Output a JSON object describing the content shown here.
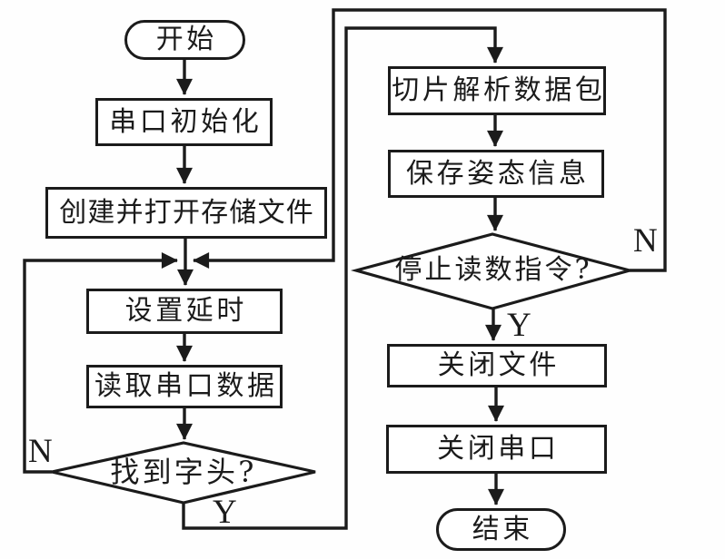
{
  "diagram": {
    "type": "flowchart",
    "language": "zh-CN",
    "colors": {
      "background": "#fefefe",
      "line": "#1b1b1b",
      "node_fill": "#ffffff"
    },
    "nodes": {
      "start": {
        "label": "开始",
        "type": "terminator"
      },
      "init": {
        "label": "串口初始化",
        "type": "process"
      },
      "create_file": {
        "label": "创建并打开存储文件",
        "type": "process"
      },
      "set_delay": {
        "label": "设置延时",
        "type": "process"
      },
      "read_serial": {
        "label": "读取串口数据",
        "type": "process"
      },
      "found_header": {
        "label": "找到字头?",
        "type": "decision"
      },
      "slice_parse": {
        "label": "切片解析数据包",
        "type": "process"
      },
      "save_attitude": {
        "label": "保存姿态信息",
        "type": "process"
      },
      "stop_command": {
        "label": "停止读数指令?",
        "type": "decision"
      },
      "close_file": {
        "label": "关闭文件",
        "type": "process"
      },
      "close_serial": {
        "label": "关闭串口",
        "type": "process"
      },
      "end": {
        "label": "结束",
        "type": "terminator"
      }
    },
    "branch_labels": {
      "found_header_no": "N",
      "found_header_yes": "Y",
      "stop_command_no": "N",
      "stop_command_yes": "Y"
    },
    "edges": [
      {
        "from": "start",
        "to": "init"
      },
      {
        "from": "init",
        "to": "create_file"
      },
      {
        "from": "create_file",
        "to": "set_delay"
      },
      {
        "from": "set_delay",
        "to": "read_serial"
      },
      {
        "from": "read_serial",
        "to": "found_header"
      },
      {
        "from": "found_header",
        "to": "slice_parse",
        "label": "Y"
      },
      {
        "from": "found_header",
        "to": "set_delay",
        "label": "N"
      },
      {
        "from": "slice_parse",
        "to": "save_attitude"
      },
      {
        "from": "save_attitude",
        "to": "stop_command"
      },
      {
        "from": "stop_command",
        "to": "close_file",
        "label": "Y"
      },
      {
        "from": "stop_command",
        "to": "set_delay",
        "label": "N"
      },
      {
        "from": "close_file",
        "to": "close_serial"
      },
      {
        "from": "close_serial",
        "to": "end"
      }
    ]
  }
}
